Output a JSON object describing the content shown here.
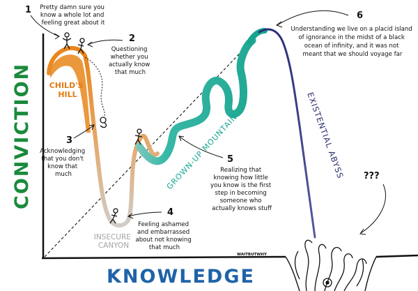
{
  "axes": {
    "y_label": "CONVICTION",
    "x_label": "KNOWLEDGE"
  },
  "regions": {
    "childs_hill": [
      "CHILD'S",
      "HILL"
    ],
    "insecure_canyon": [
      "INSECURE",
      "CANYON"
    ],
    "grown_up_mountain": "GROWN-UP MOUNTAIN",
    "existential_abyss": "EXISTENTIAL ABYSS"
  },
  "steps": [
    {
      "number": "1",
      "lines": [
        "Pretty damn sure you",
        "know a whole lot and",
        "feeling great about it"
      ]
    },
    {
      "number": "2",
      "lines": [
        "Questioning",
        "whether you",
        "actually know",
        "that much"
      ]
    },
    {
      "number": "3",
      "lines": [
        "Acknowledging",
        "that you don't",
        "know that",
        "much"
      ]
    },
    {
      "number": "4",
      "lines": [
        "Feeling ashamed",
        "and embarrassed",
        "about not knowing",
        "that much"
      ]
    },
    {
      "number": "5",
      "lines": [
        "Realizing that",
        "knowing how little",
        "you know is the first",
        "step in becoming",
        "someone who",
        "actually knows stuff"
      ]
    },
    {
      "number": "6",
      "lines": [
        "Understanding we live on a placid island",
        "of ignorance in the midst of a black",
        "ocean of infinity, and it was not",
        "meant that we should voyage far"
      ]
    }
  ],
  "question_marks": "???",
  "signature": "WAITBUTWHY",
  "colors": {
    "conviction": "#1a8a3c",
    "knowledge": "#1f63a8",
    "childs_hill": "#e07b12",
    "canyon": "#a4a4a4",
    "mountain": "#17a594",
    "abyss": "#2d2f6e"
  }
}
